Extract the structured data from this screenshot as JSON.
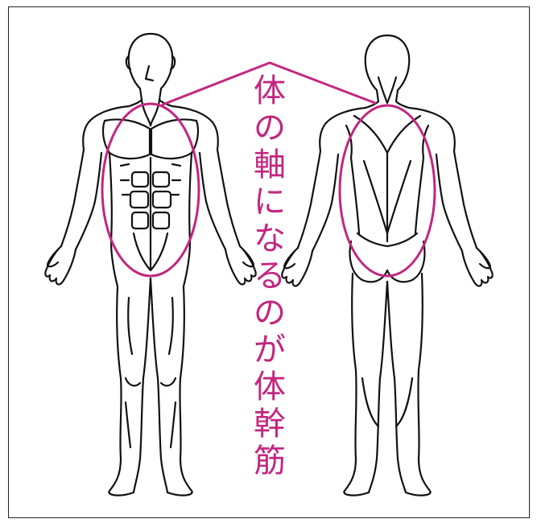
{
  "caption": {
    "text": "体の軸になるのが体幹筋",
    "chars": [
      "体",
      "の",
      "軸",
      "に",
      "な",
      "る",
      "の",
      "が",
      "体",
      "幹",
      "筋"
    ]
  },
  "colors": {
    "accent": "#c2277f",
    "outline": "#111111",
    "background": "#ffffff"
  },
  "figures": [
    "front-view",
    "back-view"
  ]
}
